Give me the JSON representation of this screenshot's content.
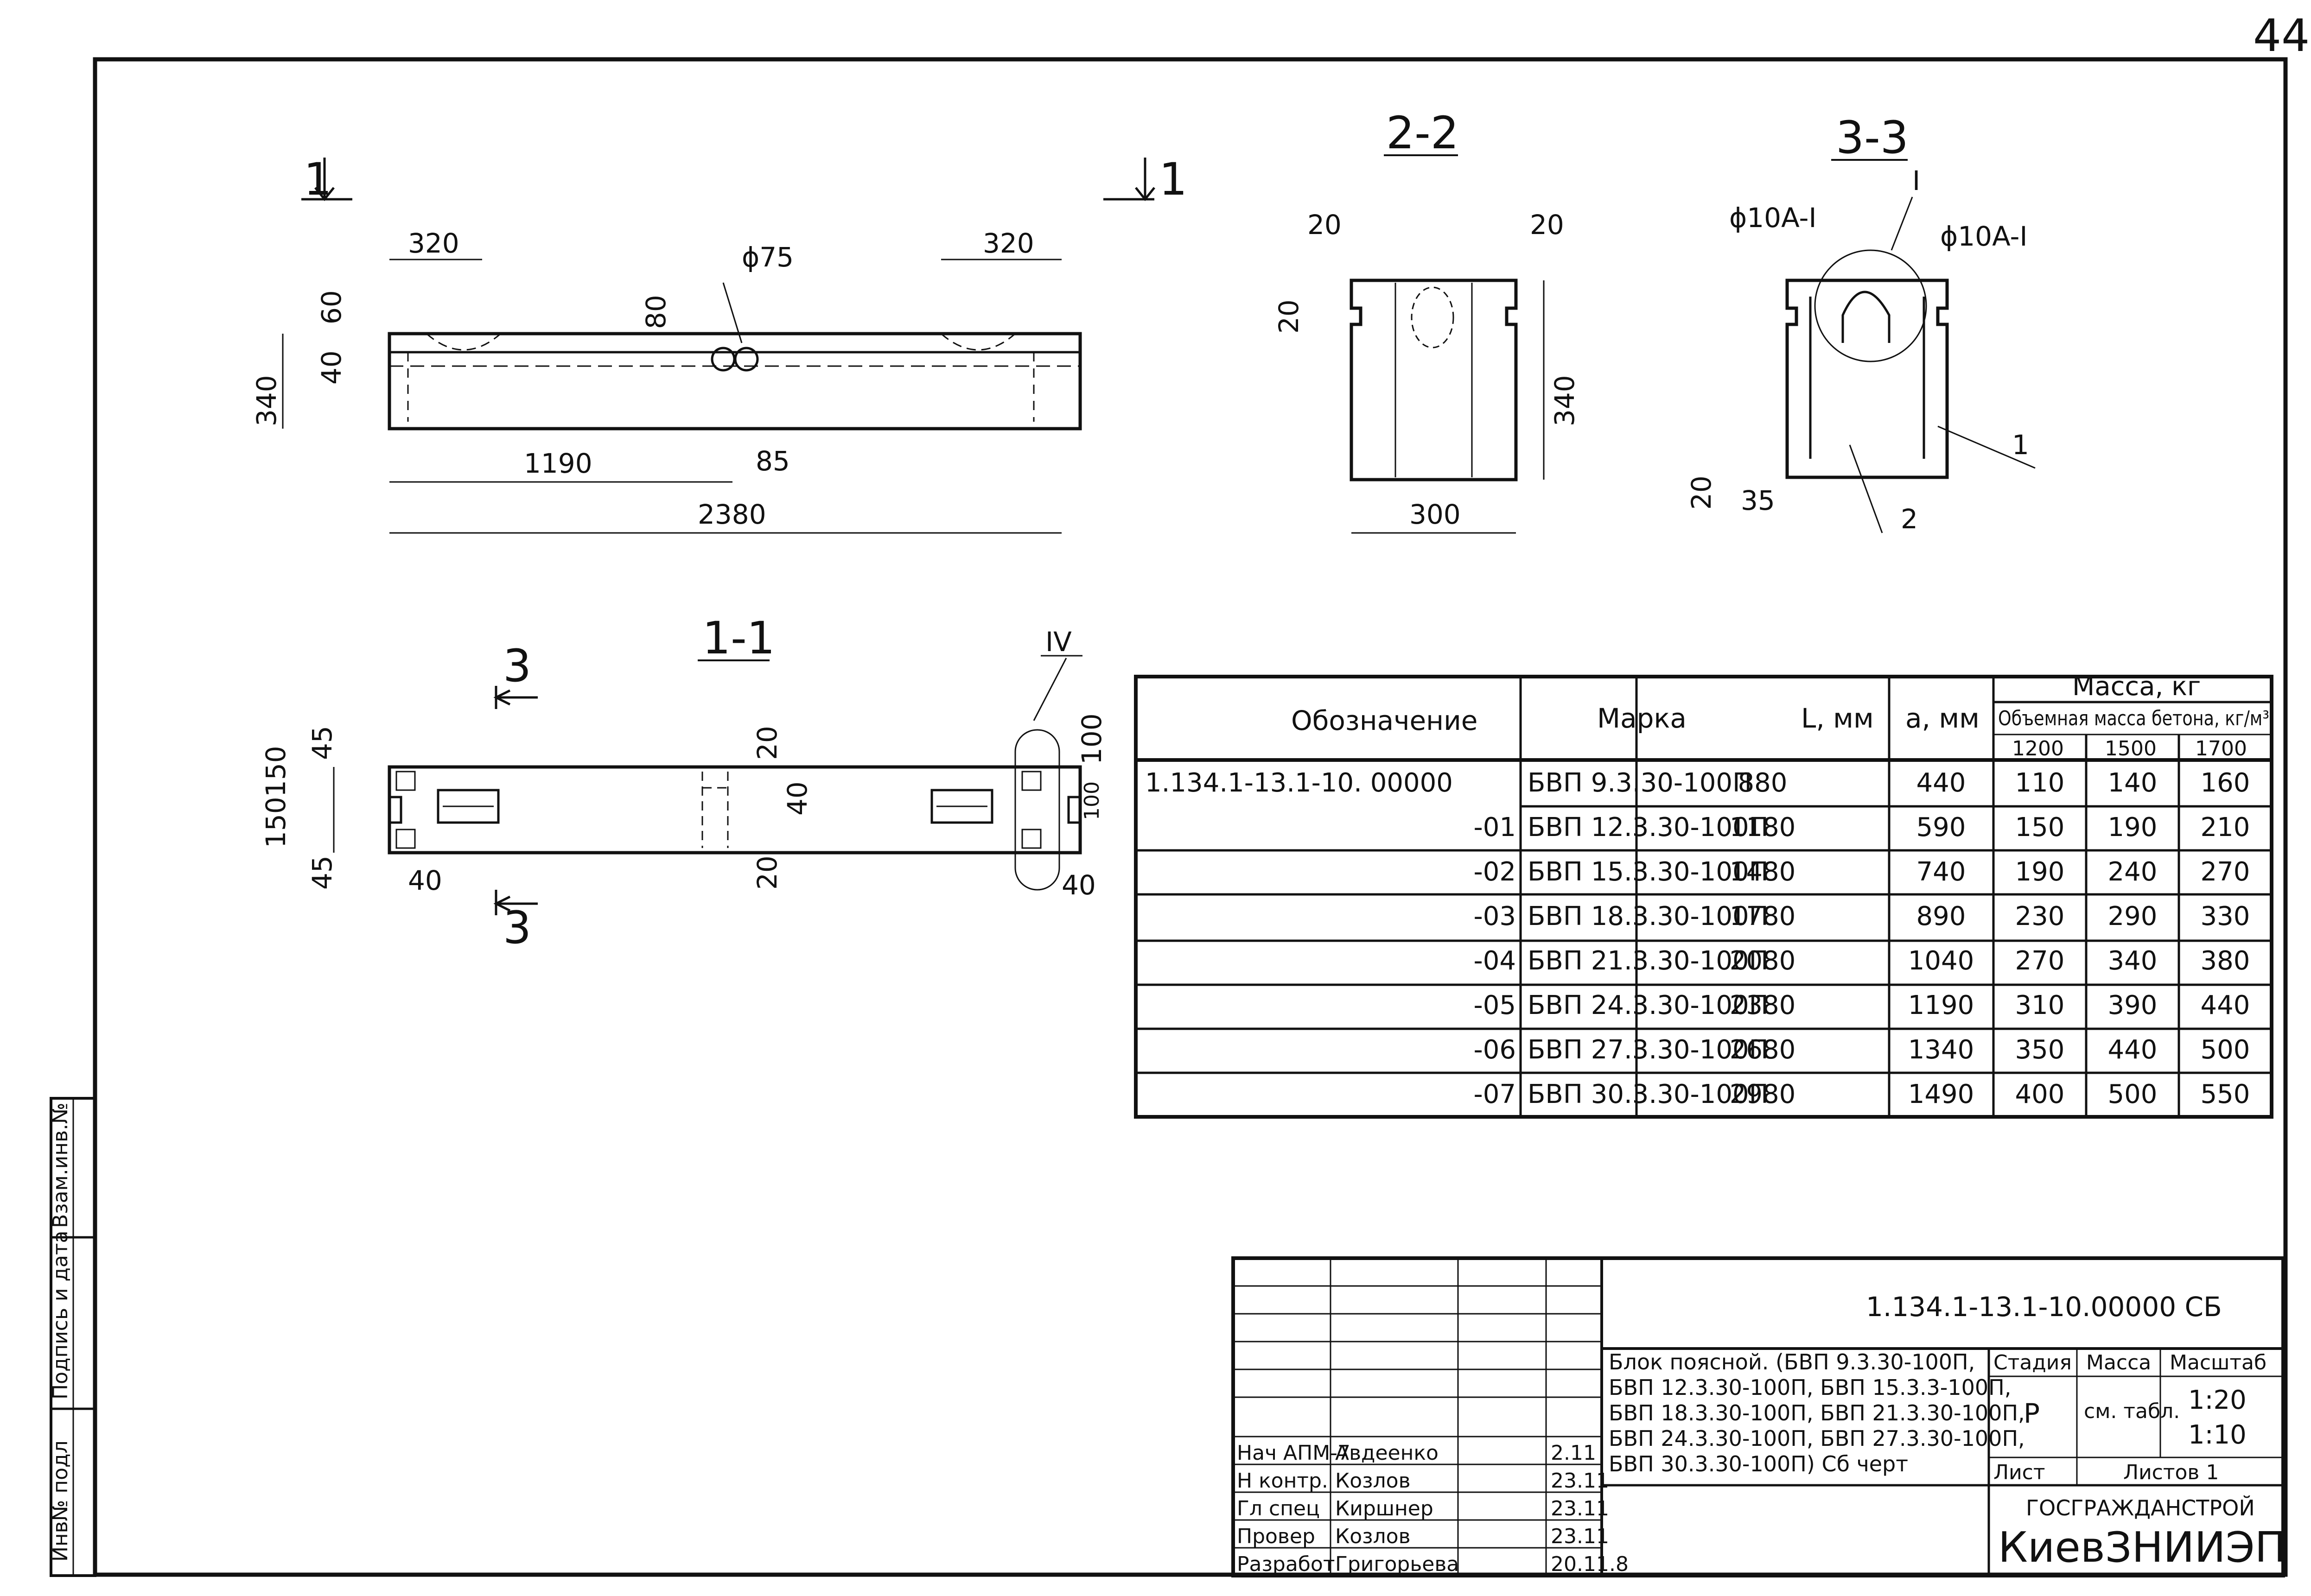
{
  "page_number": "44",
  "views": {
    "elevation": {
      "cut_left": "1",
      "cut_right": "1",
      "dims": {
        "end_left": "320",
        "end_right": "320",
        "hole": "ϕ75",
        "h60": "60",
        "h40": "40",
        "h340": "340",
        "h80": "80",
        "half": "1190",
        "off85": "85",
        "total": "2380"
      }
    },
    "section_22": {
      "title": "2-2",
      "dims": {
        "t20a": "20",
        "t20b": "20",
        "s20": "20",
        "h340": "340",
        "w300": "300"
      }
    },
    "section_33": {
      "title": "3-3",
      "rebar_left": "ϕ10A-I",
      "rebar_right": "ϕ10A-I",
      "node": "I",
      "pos1": "1",
      "pos2": "2",
      "dims": {
        "b20": "20",
        "b35": "35"
      }
    },
    "section_11": {
      "title": "1-1",
      "node": "IV",
      "cut3_top": "3",
      "cut3_bottom": "3",
      "dims": {
        "d45a": "45",
        "d150a": "150",
        "d150b": "150",
        "d45b": "45",
        "d40": "40",
        "d20a": "20",
        "d40b": "40",
        "d20b": "20",
        "d100a": "100",
        "d100b": "100",
        "d40r": "40"
      }
    }
  },
  "table": {
    "headers": {
      "designation": "Обозначение",
      "mark": "Марка",
      "L": "L, мм",
      "a": "a, мм",
      "mass": "Масса, кг",
      "mass_sub": "Объемная масса бетона, кг/м³",
      "densities": [
        "1200",
        "1500",
        "1700"
      ]
    },
    "rows": [
      {
        "designation": "1.134.1-13.1-10. 00000",
        "mark": "БВП 9.3.30-100П",
        "L": "880",
        "a": "440",
        "m1200": "110",
        "m1500": "140",
        "m1700": "160"
      },
      {
        "designation": "-01",
        "mark": "БВП 12.3.30-100П",
        "L": "1180",
        "a": "590",
        "m1200": "150",
        "m1500": "190",
        "m1700": "210"
      },
      {
        "designation": "-02",
        "mark": "БВП 15.3.30-100П",
        "L": "1480",
        "a": "740",
        "m1200": "190",
        "m1500": "240",
        "m1700": "270"
      },
      {
        "designation": "-03",
        "mark": "БВП 18.3.30-100П",
        "L": "1780",
        "a": "890",
        "m1200": "230",
        "m1500": "290",
        "m1700": "330"
      },
      {
        "designation": "-04",
        "mark": "БВП 21.3.30-100П",
        "L": "2080",
        "a": "1040",
        "m1200": "270",
        "m1500": "340",
        "m1700": "380"
      },
      {
        "designation": "-05",
        "mark": "БВП 24.3.30-100П",
        "L": "2380",
        "a": "1190",
        "m1200": "310",
        "m1500": "390",
        "m1700": "440"
      },
      {
        "designation": "-06",
        "mark": "БВП 27.3.30-100П",
        "L": "2680",
        "a": "1340",
        "m1200": "350",
        "m1500": "440",
        "m1700": "500"
      },
      {
        "designation": "-07",
        "mark": "БВП 30.3.30-100П",
        "L": "2980",
        "a": "1490",
        "m1200": "400",
        "m1500": "500",
        "m1700": "550"
      }
    ]
  },
  "title_block": {
    "doc_code": "1.134.1-13.1-10.00000 СБ",
    "description": [
      "Блок поясной. (БВП 9.3.30-100П,",
      "БВП 12.3.30-100П, БВП 15.3.3-100П,",
      "БВП 18.3.30-100П, БВП 21.3.30-100П,",
      "БВП 24.3.30-100П, БВП 27.3.30-100П,",
      "БВП 30.3.30-100П) Сб черт"
    ],
    "stage_label": "Стадия",
    "mass_label": "Масса",
    "scale_label": "Масштаб",
    "stage": "Р",
    "mass_value": "см. табл.",
    "scale1": "1:20",
    "scale2": "1:10",
    "sheet_label": "Лист",
    "sheets_label": "Листов 1",
    "org1": "ГОСГРАЖДАНСТРОЙ",
    "org2": "КиевЗНИИЭП",
    "signers": [
      {
        "role": "Нач АПМ-7",
        "name": "Авдеенко"
      },
      {
        "role": "Н контр.",
        "name": "Козлов"
      },
      {
        "role": "Гл спец",
        "name": "Киршнер"
      },
      {
        "role": "Провер",
        "name": "Козлов"
      },
      {
        "role": "Разработ",
        "name": "Григорьева"
      }
    ],
    "dates": [
      "2.11",
      "23.11",
      "23.11",
      "23.11",
      "20.11.8"
    ]
  },
  "side_stamp": {
    "a": "Взам.инв.№",
    "b": "Подпись и дата",
    "c": "Инв№ подл"
  },
  "colors": {
    "ink": "#111111",
    "paper": "#ffffff"
  }
}
